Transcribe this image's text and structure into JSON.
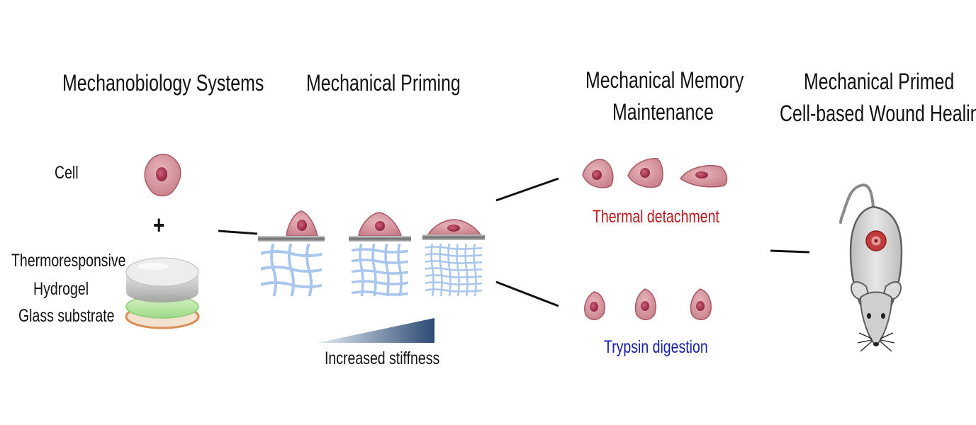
{
  "columns": {
    "systems": {
      "title": "Mechanobiology Systems"
    },
    "priming": {
      "title": "Mechanical Priming"
    },
    "memory": {
      "title_line1": "Mechanical Memory",
      "title_line2": "Maintenance"
    },
    "healing": {
      "title_line1": "Mechanical Primed",
      "title_line2": "Cell-based Wound Healing"
    }
  },
  "labels": {
    "cell": "Cell",
    "plus": "+",
    "layer_1": "Thermoresponsive",
    "layer_2": "Hydrogel",
    "layer_3": "Glass substrate",
    "stiffness": "Increased stiffness",
    "thermal": "Thermal detachment",
    "trypsin": "Trypsin digestion"
  },
  "colors": {
    "cell_fill": "#d7949c",
    "cell_stroke": "#a85a66",
    "nucleus": "#b23b55",
    "mesh": "#a8c6ee",
    "thermal_text": "#c0151b",
    "trypsin_text": "#1620a8",
    "gradient_dark": "#2d4a73"
  }
}
